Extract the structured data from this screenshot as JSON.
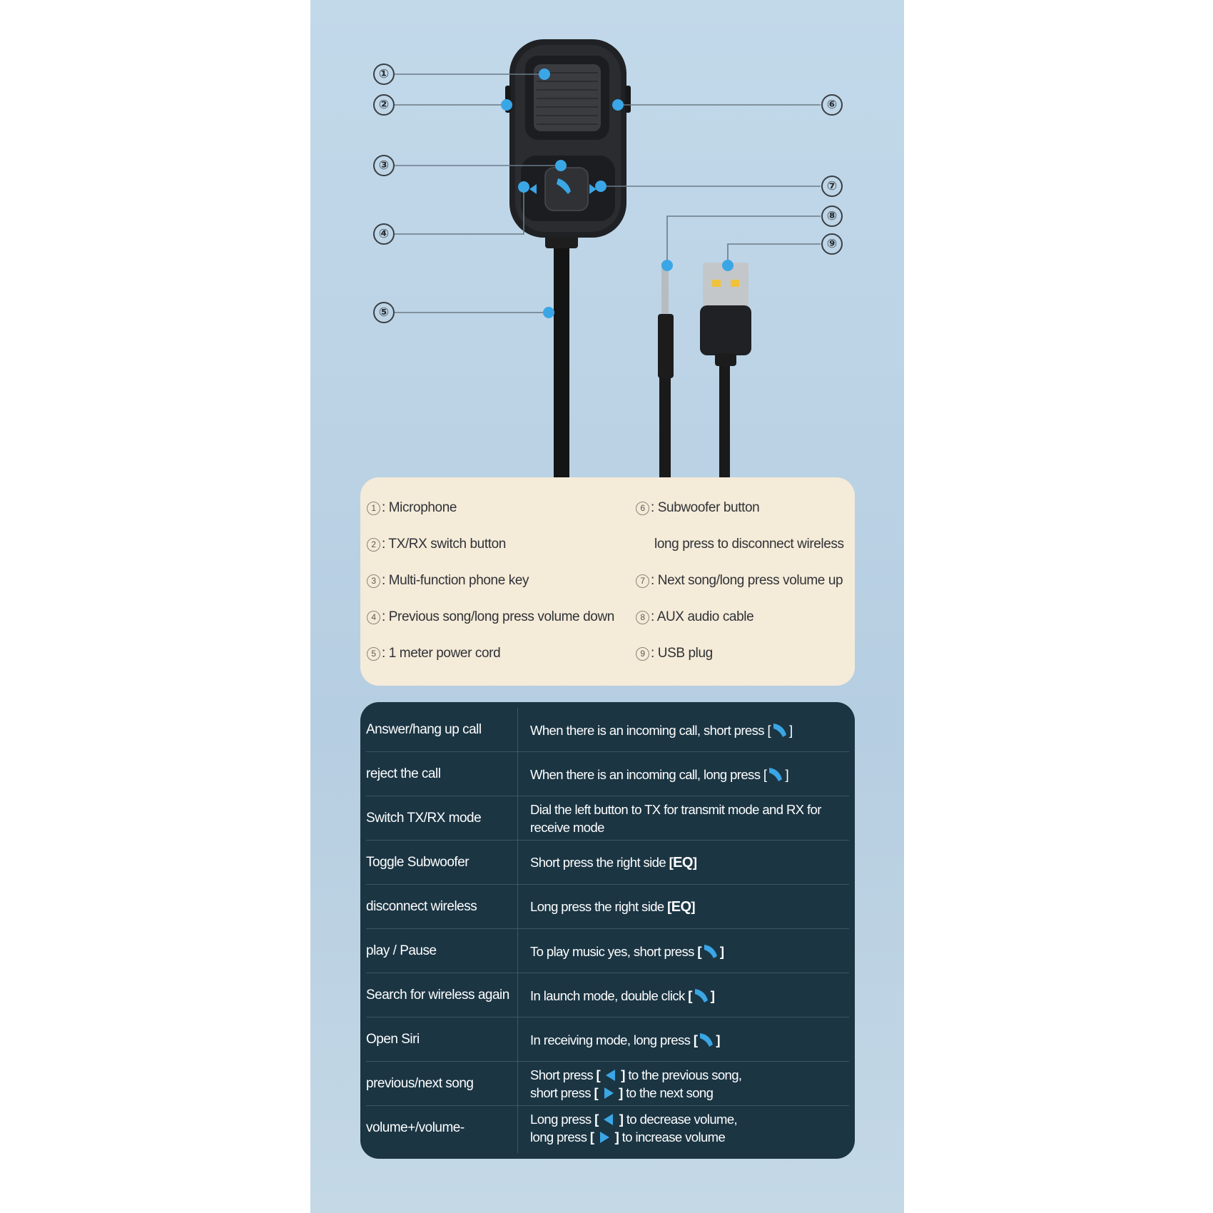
{
  "markers": {
    "m1": "①",
    "m2": "②",
    "m3": "③",
    "m4": "④",
    "m5": "⑤",
    "m6": "⑥",
    "m7": "⑦",
    "m8": "⑧",
    "m9": "⑨"
  },
  "legend": {
    "items": [
      {
        "num": "1",
        "label": ": Microphone"
      },
      {
        "num": "2",
        "label": ": TX/RX switch button"
      },
      {
        "num": "3",
        "label": ": Multi-function phone key"
      },
      {
        "num": "4",
        "label": ": Previous song/long press volume down"
      },
      {
        "num": "5",
        "label": ": 1 meter power cord"
      },
      {
        "num": "6",
        "label": ": Subwoofer button"
      },
      {
        "num": "",
        "label": "long press to disconnect wireless"
      },
      {
        "num": "7",
        "label": ": Next song/long press volume up"
      },
      {
        "num": "8",
        "label": ": AUX audio cable"
      },
      {
        "num": "9",
        "label": ": USB plug"
      }
    ]
  },
  "operations": {
    "rows": [
      {
        "func": "Answer/hang up call",
        "desc": [
          "When there is an incoming call, short press [",
          "]"
        ]
      },
      {
        "func": "reject the call",
        "desc": [
          "When there is an incoming call, long press [",
          "]"
        ]
      },
      {
        "func": "Switch TX/RX mode",
        "desc": [
          "Dial the left button to TX for transmit mode and RX for",
          "receive mode"
        ]
      },
      {
        "func": "Toggle Subwoofer",
        "desc": [
          "Short press the right side",
          "[",
          "EQ",
          "]"
        ]
      },
      {
        "func": "disconnect wireless",
        "desc": [
          "Long press the right side",
          "[",
          "EQ",
          "]"
        ]
      },
      {
        "func": "play / Pause",
        "desc": [
          "To play music yes, short press",
          "[",
          "]"
        ]
      },
      {
        "func": "Search for wireless again",
        "desc": [
          "In launch mode, double click",
          "[",
          "]"
        ]
      },
      {
        "func": "Open Siri",
        "desc": [
          "In receiving mode, long press",
          "[",
          "]"
        ]
      },
      {
        "func": "previous/next song",
        "desc": [
          "Short press",
          "[",
          "]",
          "to the previous song,",
          "short press",
          "[",
          "]",
          "to the next song"
        ]
      },
      {
        "func": "volume+/volume-",
        "desc": [
          "Long press",
          "[",
          "]",
          "to decrease volume,",
          "long press",
          "[",
          "]",
          "to increase volume"
        ]
      }
    ]
  },
  "colors": {
    "panel": "#c2d9ea",
    "accent": "#3aa6e6",
    "legend_bg": "#f5ebd9",
    "ops_bg": "#1b3543"
  },
  "icons": [
    "phone-key-icon",
    "left-arrow-icon",
    "right-arrow-icon"
  ]
}
